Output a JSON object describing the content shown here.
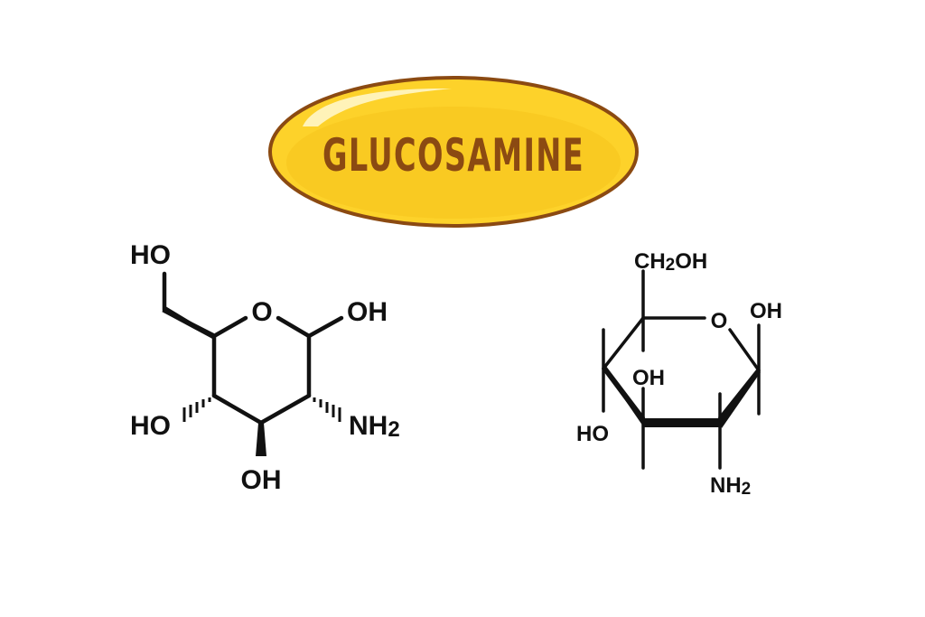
{
  "title": {
    "text": "GLUCOSAMINE"
  },
  "colors": {
    "capsule_fill": "#FDD22A",
    "capsule_outline": "#8B4A12",
    "title_text": "#8B4A12",
    "bonds": "#111111"
  },
  "haworth": {
    "labels": {
      "ring_o": "O",
      "oh_c1": "OH",
      "ho_ch2": "HO",
      "nh2": "NH",
      "nh2_sub": "2",
      "ho_left": "HO",
      "oh_bottom": "OH"
    }
  },
  "chair": {
    "labels": {
      "ch2oh_a": "CH",
      "ch2oh_sub": "2",
      "ch2oh_b": "OH",
      "ring_o": "O",
      "oh_right": "OH",
      "oh_mid": "OH",
      "ho_left": "HO",
      "nh2": "NH",
      "nh2_sub": "2"
    }
  }
}
